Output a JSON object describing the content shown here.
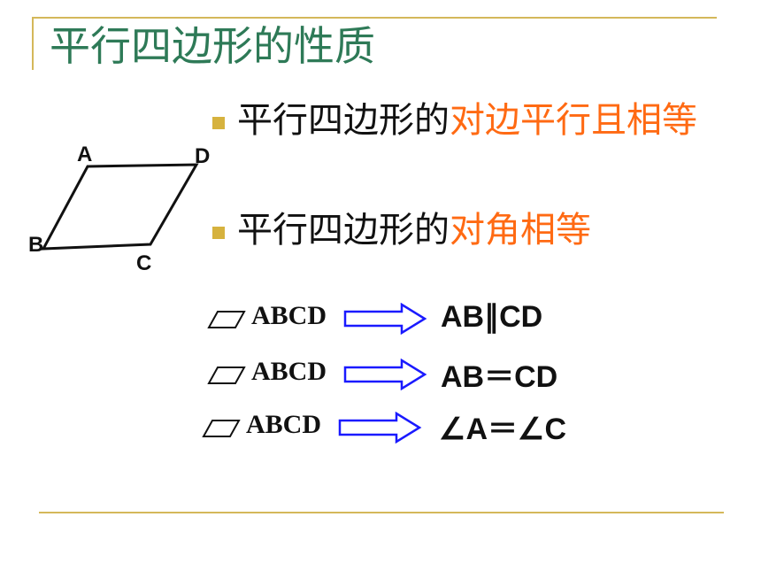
{
  "slide": {
    "title": "平行四边形的性质",
    "bullets": [
      {
        "black": "平行四边形的",
        "orange": "对边平行且相等"
      },
      {
        "black": "平行四边形的",
        "orange": "对角相等"
      }
    ],
    "figure": {
      "vertices": {
        "a": "A",
        "b": "B",
        "c": "C",
        "d": "D"
      }
    },
    "implications": [
      {
        "premise": "ABCD",
        "result": "AB∥CD"
      },
      {
        "premise": "ABCD",
        "result": "AB＝CD"
      },
      {
        "premise": "ABCD",
        "result": "∠A＝∠C"
      }
    ]
  },
  "colors": {
    "title": "#2e7a57",
    "accent_line": "#d4b85a",
    "bullet_marker": "#d6b23e",
    "highlight": "#ff6a13",
    "arrow": "#1a1aff"
  }
}
